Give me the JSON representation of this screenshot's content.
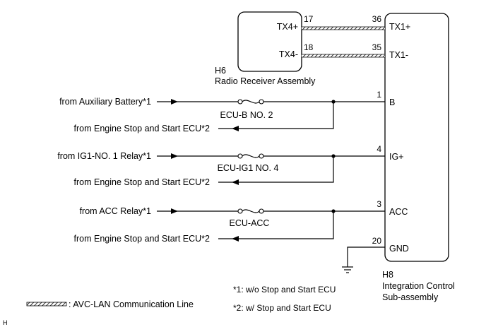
{
  "radio_receiver": {
    "code": "H6",
    "name": "Radio Receiver Assembly",
    "pins": [
      {
        "label": "TX4+",
        "number": "17"
      },
      {
        "label": "TX4-",
        "number": "18"
      }
    ]
  },
  "ecu": {
    "code": "H8",
    "name_line1": "Integration Control",
    "name_line2": "Sub-assembly",
    "pins": [
      {
        "label": "TX1+",
        "number": "36"
      },
      {
        "label": "TX1-",
        "number": "35"
      },
      {
        "label": "B",
        "number": "1"
      },
      {
        "label": "IG+",
        "number": "4"
      },
      {
        "label": "ACC",
        "number": "3"
      },
      {
        "label": "GND",
        "number": "20"
      }
    ]
  },
  "circuits": [
    {
      "source": "from Auxiliary Battery*1",
      "fuse": "ECU-B NO. 2",
      "alt_source": "from Engine Stop and Start ECU*2"
    },
    {
      "source": "from IG1-NO. 1 Relay*1",
      "fuse": "ECU-IG1 NO. 4",
      "alt_source": "from Engine Stop and Start ECU*2"
    },
    {
      "source": "from ACC Relay*1",
      "fuse": "ECU-ACC",
      "alt_source": "from Engine Stop and Start ECU*2"
    }
  ],
  "notes": [
    "*1: w/o Stop and Start ECU",
    "*2: w/ Stop and Start ECU"
  ],
  "legend": {
    "label": ": AVC-LAN Communication Line"
  },
  "corner_mark": "H"
}
